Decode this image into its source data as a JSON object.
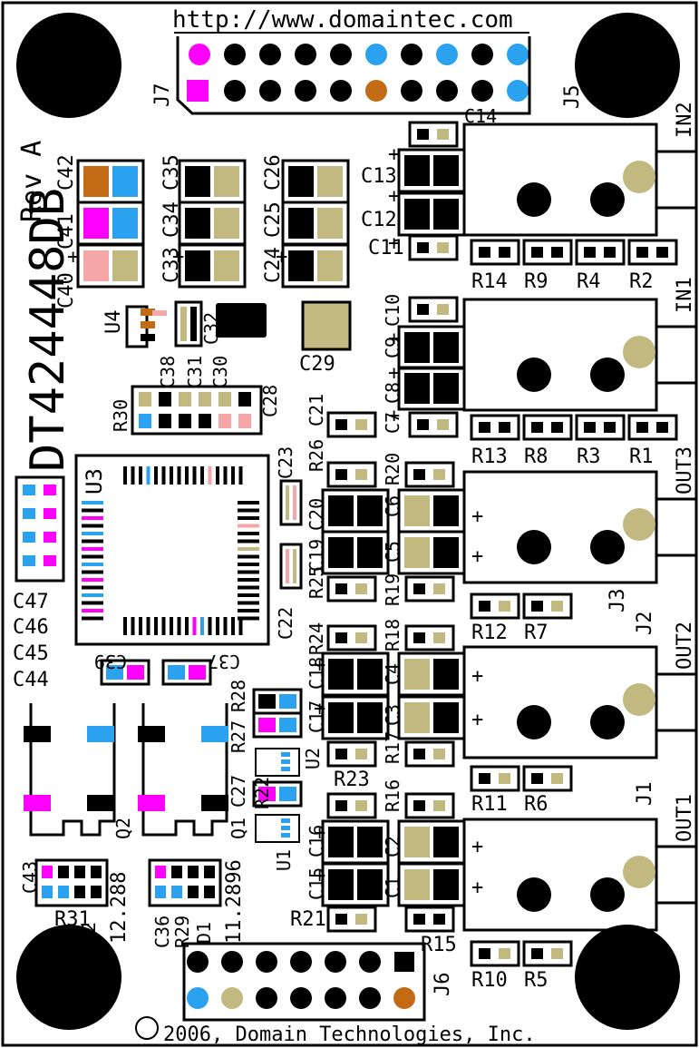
{
  "header": {
    "url": "http://www.domaintec.com"
  },
  "board": {
    "part_number": "DT424448DB",
    "revision": "Rev A",
    "copyright": "2006, Domain Technologies, Inc.",
    "copyright_symbol": "©"
  },
  "connectors": {
    "j7": "J7",
    "j6": "J6",
    "j5": "J5",
    "j3": "J3",
    "j2": "J2",
    "j1": "J1",
    "in2": "IN2",
    "in1": "IN1",
    "out3": "OUT3",
    "out2": "OUT2",
    "out1": "OUT1"
  },
  "chips": {
    "u3": "U3",
    "u4": "U4",
    "u2": "U2",
    "u1": "U1",
    "q1": "Q1",
    "q2": "Q2",
    "d1": "D1",
    "d2": "D2"
  },
  "crystals": {
    "x1": "11.2896",
    "x2": "12.288"
  },
  "labels": {
    "c14": "C14",
    "c13": "C13",
    "c12": "C12",
    "c11": "C11",
    "c10": "C10",
    "c9": "C9",
    "c8": "C8",
    "c7": "C7",
    "c6": "C6",
    "c5": "C5",
    "c4": "C4",
    "c3": "C3",
    "c2": "C2",
    "c1": "C1",
    "c42": "C42",
    "c41": "C41",
    "c40": "C40",
    "c35": "C35",
    "c34": "C34",
    "c33": "C33",
    "c26": "C26",
    "c25": "C25",
    "c24": "C24",
    "c32": "C32",
    "c29": "C29",
    "c38": "C38",
    "c31": "C31",
    "c30": "C30",
    "c28": "C28",
    "c23": "C23",
    "c21": "C21",
    "c20": "C20",
    "c19": "C19",
    "c22": "C22",
    "c18": "C18",
    "c17": "C17",
    "c16": "C16",
    "c15": "C15",
    "c27": "C27",
    "c39": "C39",
    "c37": "C37",
    "c47": "C47",
    "c46": "C46",
    "c45": "C45",
    "c44": "C44",
    "c43": "C43",
    "c36": "C36",
    "r14": "R14",
    "r9": "R9",
    "r4": "R4",
    "r2": "R2",
    "r13": "R13",
    "r8": "R8",
    "r3": "R3",
    "r1": "R1",
    "r30": "R30",
    "r26": "R26",
    "r20": "R20",
    "r25": "R25",
    "r19": "R19",
    "r12": "R12",
    "r7": "R7",
    "r24": "R24",
    "r18": "R18",
    "r28": "R28",
    "r27": "R27",
    "r17": "R17",
    "r23": "R23",
    "r22": "R22",
    "r16": "R16",
    "r11": "R11",
    "r6": "R6",
    "r21": "R21",
    "r15": "R15",
    "r10": "R10",
    "r5": "R5",
    "r31": "R31",
    "r29": "R29"
  },
  "colors": {
    "gold": "#c1b97f",
    "pink": "#ff00ff",
    "blue": "#2ba2f0",
    "brown": "#c36b14",
    "salmon": "#f5a6a6",
    "black": "#000000"
  }
}
